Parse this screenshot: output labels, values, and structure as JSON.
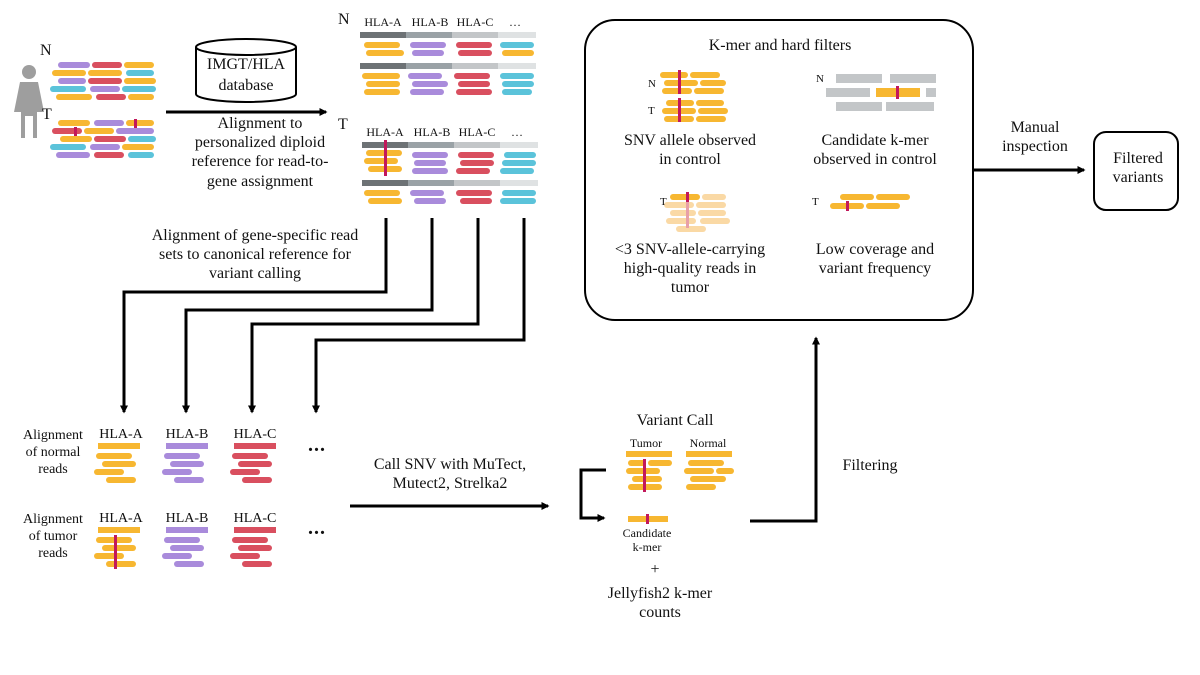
{
  "colors": {
    "orange": "#F7B731",
    "purple": "#A98BDB",
    "red": "#D94F5F",
    "cyan": "#5BC3DA",
    "gray_dark": "#6D7275",
    "gray_mid": "#9AA2A6",
    "gray_light": "#C3C6C8",
    "variant_mark": "#C2185B",
    "pale_orange": "#FAD9A5"
  },
  "icons": [
    "person-icon",
    "database-icon"
  ],
  "labels": {
    "n_sample": "N",
    "t_sample": "T",
    "db_line1": "IMGT/HLA",
    "db_line2": "database",
    "align_personalized": "Alignment to\npersonalized diploid\nreference for read-to-\ngene assignment",
    "n_ref": "N",
    "t_ref": "T",
    "hla_a": "HLA-A",
    "hla_b": "HLA-B",
    "hla_c": "HLA-C",
    "ellipsis": "…",
    "align_gene_specific": "Alignment of gene-specific read\nsets to canonical reference for\nvariant calling",
    "align_normal": "Alignment\nof normal\nreads",
    "align_tumor": "Alignment\nof tumor\nreads",
    "more_dots": "...",
    "call_snv": "Call SNV with MuTect,\nMutect2, Strelka2",
    "variant_call": "Variant Call",
    "tumor": "Tumor",
    "normal": "Normal",
    "candidate_kmer": "Candidate\nk-mer",
    "plus": "+",
    "jellyfish": "Jellyfish2 k-mer\ncounts",
    "filtering": "Filtering",
    "filters_title": "K-mer and hard filters",
    "filter_snv_control": "SNV allele observed\nin control",
    "filter_kmer_control": "Candidate k-mer\nobserved in control",
    "filter_low_reads": "<3 SNV-allele-carrying\nhigh-quality reads in\ntumor",
    "filter_low_coverage": "Low coverage and\nvariant frequency",
    "manual_inspection": "Manual\ninspection",
    "filtered_variants": "Filtered\nvariants"
  }
}
